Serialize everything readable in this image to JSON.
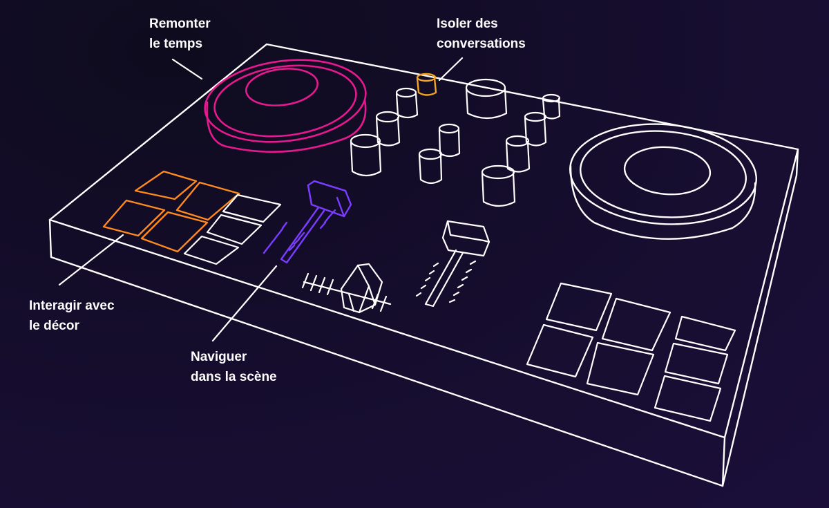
{
  "colors": {
    "background": "#150d2c",
    "sketch": "#ffffff",
    "jog_wheel_highlight": "#e6198f",
    "knob_highlight": "#f5a524",
    "pads_highlight": "#ff8a1e",
    "fader_highlight": "#7a3cff"
  },
  "annotations": {
    "remonter_temps": {
      "line1": "Remonter",
      "line2": "le temps"
    },
    "isoler_conversations": {
      "line1": "Isoler des",
      "line2": "conversations"
    },
    "interagir_decor": {
      "line1": "Interagir avec",
      "line2": "le décor"
    },
    "naviguer_scene": {
      "line1": "Naviguer",
      "line2": "dans la scène"
    }
  }
}
